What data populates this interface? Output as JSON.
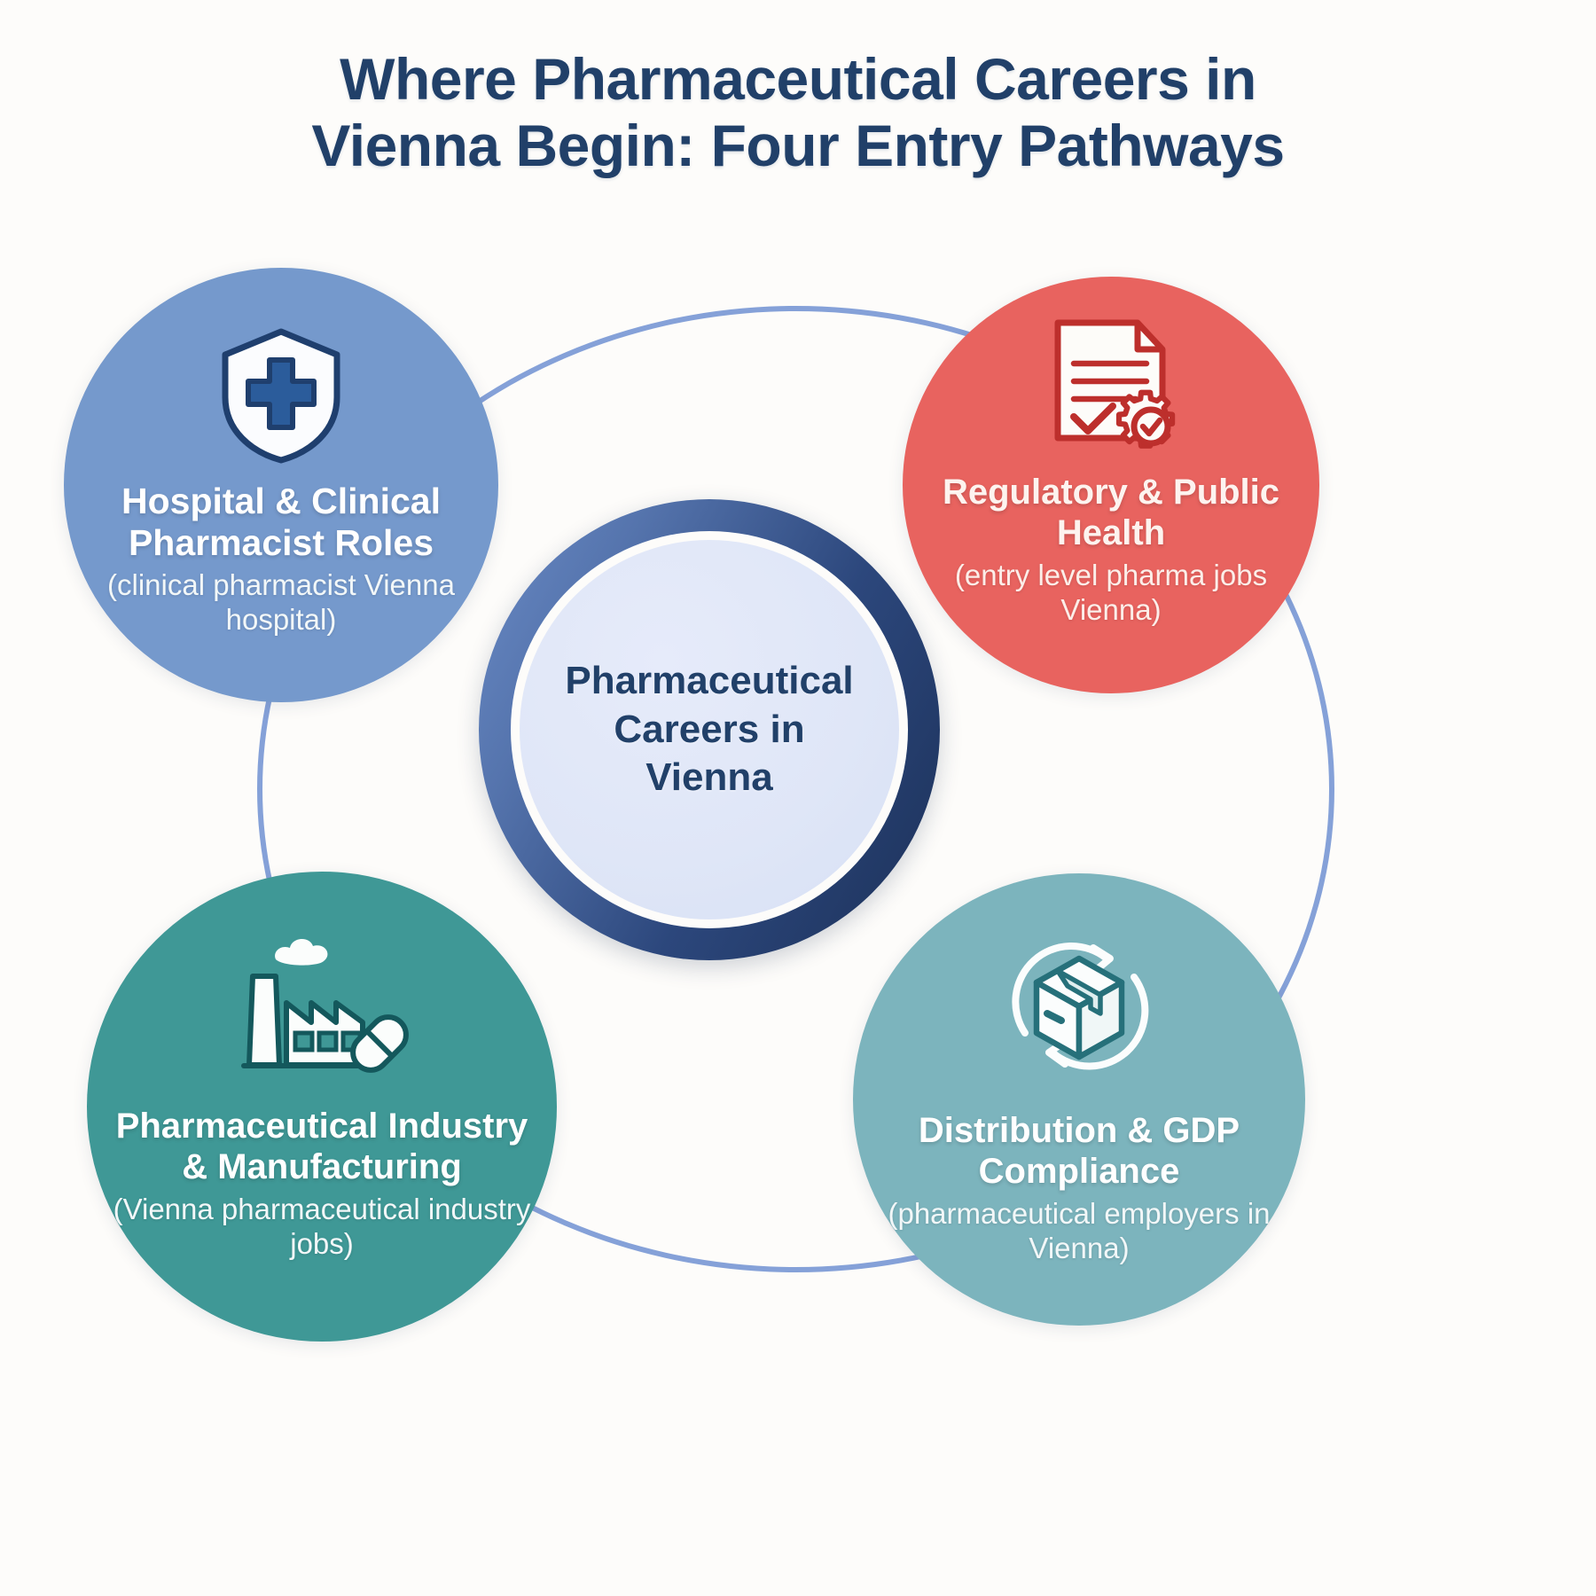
{
  "title": {
    "line1": "Where Pharmaceutical Careers in",
    "line2": "Vienna Begin: Four Entry Pathways",
    "color": "#214069"
  },
  "background_color": "#fdfcfa",
  "connector": {
    "shape": "ellipse-ring",
    "color": "#7e9cd6"
  },
  "hub": {
    "label": "Pharmaceutical Careers in Vienna",
    "text_color": "#214069",
    "inner_fill": "#e0e7f7",
    "ring_gradient_from": "#6a8bc6",
    "ring_gradient_to": "#1c3159"
  },
  "pathways": [
    {
      "id": "hospital",
      "position": "top-left",
      "title": "Hospital & Clinical Pharmacist Roles",
      "subtitle": "(clinical pharmacist Vienna hospital)",
      "icon": "shield-cross-icon",
      "color": "#7599cc",
      "icon_stroke": "#1f3f6e",
      "icon_fill": "#fbfcfe"
    },
    {
      "id": "regulatory",
      "position": "top-right",
      "title": "Regulatory & Public Health",
      "subtitle": "(entry level pharma jobs Vienna)",
      "icon": "document-gear-check-icon",
      "color": "#e8635f",
      "icon_stroke": "#bd2f2c",
      "icon_fill": "#fdfcf9"
    },
    {
      "id": "industry",
      "position": "bottom-left",
      "title": "Pharmaceutical Industry & Manufacturing",
      "subtitle": "(Vienna pharmaceutical industry jobs)",
      "icon": "factory-pill-icon",
      "color": "#3f9896",
      "icon_stroke": "#14585c",
      "icon_fill": "#fbfdfc"
    },
    {
      "id": "distribution",
      "position": "bottom-right",
      "title": "Distribution & GDP Compliance",
      "subtitle": "(pharmaceutical employers in Vienna)",
      "icon": "package-cycle-icon",
      "color": "#7cb4bd",
      "icon_stroke": "#26707a",
      "icon_fill": "#fbfdfd"
    }
  ]
}
